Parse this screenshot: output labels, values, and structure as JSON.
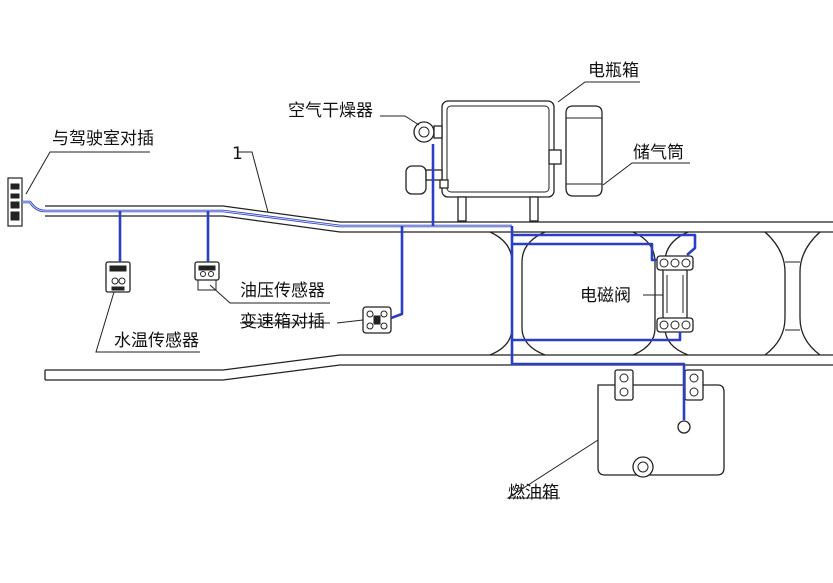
{
  "colors": {
    "harness": "#2a3fc4",
    "line": "#222222",
    "background": "#ffffff"
  },
  "labels": {
    "cab_connector": "与驾驶室对插",
    "harness_number": "1",
    "air_dryer": "空气干燥器",
    "battery_box": "电瓶箱",
    "air_tank": "储气筒",
    "oil_pressure_sensor": "油压传感器",
    "water_temp_sensor": "水温传感器",
    "gearbox_connector": "变速箱对插",
    "solenoid_valve": "电磁阀",
    "fuel_tank": "燃油箱"
  }
}
